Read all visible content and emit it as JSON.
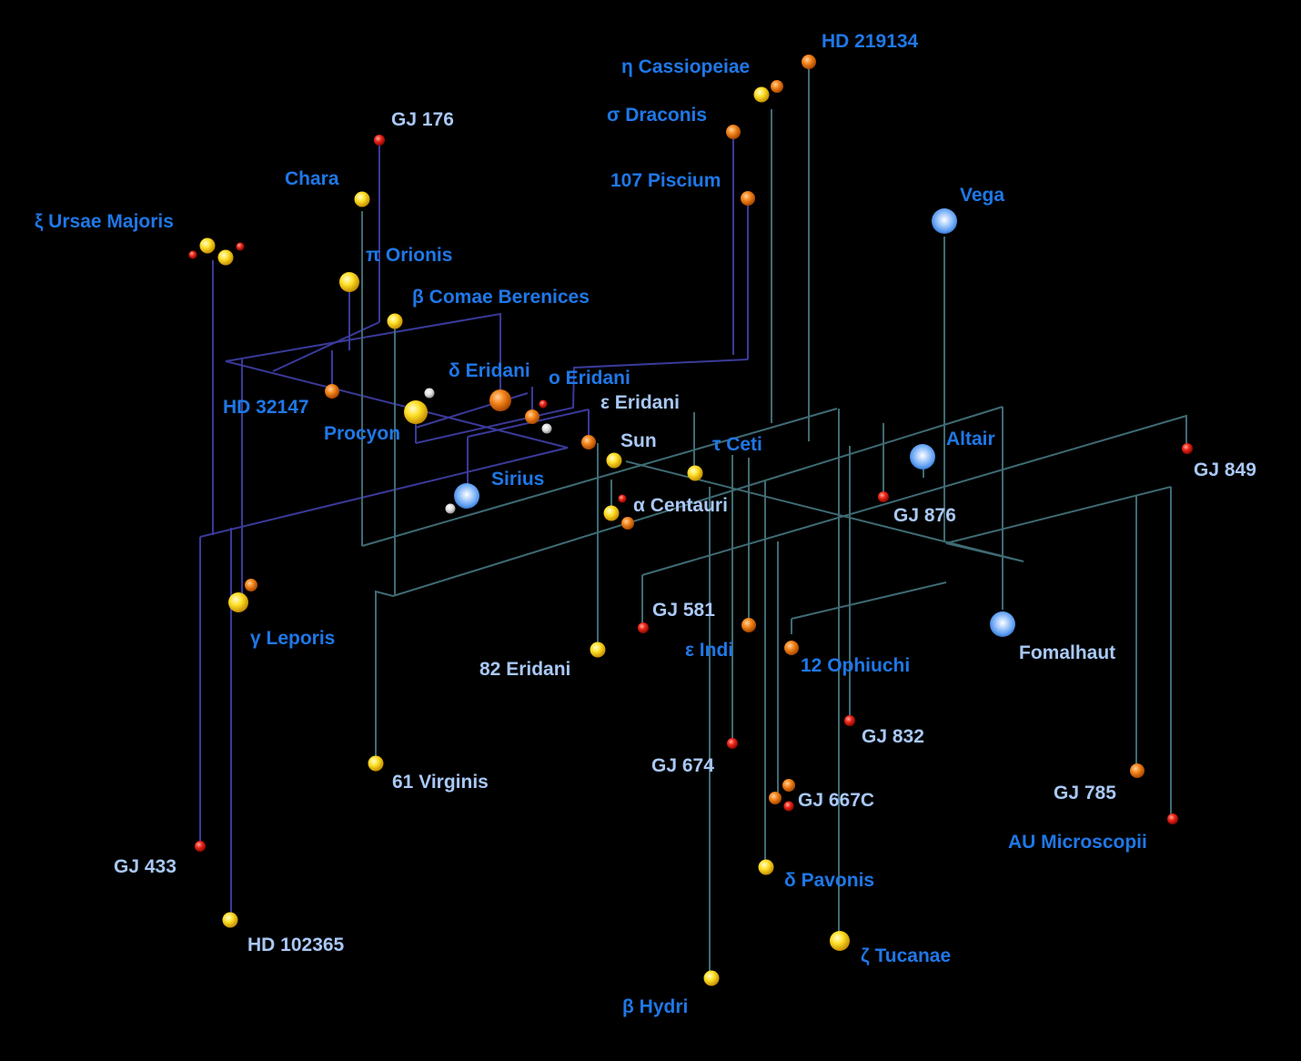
{
  "colors": {
    "background": "#000000",
    "label_blue": "#1f78e8",
    "label_light": "#a9c8f5",
    "line_purple": "#3a3a9a",
    "line_teal": "#3f6b74",
    "star_yellow": "#ffd21a",
    "star_orange": "#f07a12",
    "star_red": "#e81e10",
    "star_blue": "#5aa0ff",
    "star_white": "#d8d8d8"
  },
  "stars": [
    {
      "id": "hd-219134",
      "name": "HD 219134",
      "type": "orange",
      "tone": "blue"
    },
    {
      "id": "eta-cassiopeiae",
      "name": "η Cassiopeiae",
      "type": "yellow",
      "tone": "blue"
    },
    {
      "id": "sigma-draconis",
      "name": "σ Draconis",
      "type": "orange",
      "tone": "blue"
    },
    {
      "id": "107-piscium",
      "name": "107 Piscium",
      "type": "orange",
      "tone": "blue"
    },
    {
      "id": "gj-176",
      "name": "GJ 176",
      "type": "red",
      "tone": "light"
    },
    {
      "id": "chara",
      "name": "Chara",
      "type": "yellow",
      "tone": "blue"
    },
    {
      "id": "xi-ursae-majoris",
      "name": "ξ Ursae Majoris",
      "type": "yellow",
      "tone": "blue"
    },
    {
      "id": "pi-orionis",
      "name": "π Orionis",
      "type": "yellow",
      "tone": "blue"
    },
    {
      "id": "beta-comae-berenices",
      "name": "β Comae Berenices",
      "type": "yellow",
      "tone": "blue"
    },
    {
      "id": "vega",
      "name": "Vega",
      "type": "blue",
      "tone": "blue"
    },
    {
      "id": "delta-eridani",
      "name": "δ Eridani",
      "type": "orange",
      "tone": "blue"
    },
    {
      "id": "omicron-eridani",
      "name": "ο Eridani",
      "type": "orange",
      "tone": "blue"
    },
    {
      "id": "hd-32147",
      "name": "HD 32147",
      "type": "orange",
      "tone": "blue"
    },
    {
      "id": "procyon",
      "name": "Procyon",
      "type": "yellow",
      "tone": "blue"
    },
    {
      "id": "epsilon-eridani",
      "name": "ε Eridani",
      "type": "orange",
      "tone": "light"
    },
    {
      "id": "sun",
      "name": "Sun",
      "type": "yellow",
      "tone": "light"
    },
    {
      "id": "tau-ceti",
      "name": "τ Ceti",
      "type": "yellow",
      "tone": "blue"
    },
    {
      "id": "altair",
      "name": "Altair",
      "type": "blue",
      "tone": "blue"
    },
    {
      "id": "gj-849",
      "name": "GJ 849",
      "type": "red",
      "tone": "light"
    },
    {
      "id": "sirius",
      "name": "Sirius",
      "type": "blue",
      "tone": "blue"
    },
    {
      "id": "alpha-centauri",
      "name": "α Centauri",
      "type": "yellow",
      "tone": "light"
    },
    {
      "id": "gj-876",
      "name": "GJ 876",
      "type": "red",
      "tone": "light"
    },
    {
      "id": "gamma-leporis",
      "name": "γ Leporis",
      "type": "yellow",
      "tone": "blue"
    },
    {
      "id": "gj-581",
      "name": "GJ 581",
      "type": "red",
      "tone": "light"
    },
    {
      "id": "epsilon-indi",
      "name": "ε Indi",
      "type": "orange",
      "tone": "blue"
    },
    {
      "id": "fomalhaut",
      "name": "Fomalhaut",
      "type": "blue",
      "tone": "light"
    },
    {
      "id": "82-eridani",
      "name": "82 Eridani",
      "type": "yellow",
      "tone": "light"
    },
    {
      "id": "12-ophiuchi",
      "name": "12 Ophiuchi",
      "type": "orange",
      "tone": "blue"
    },
    {
      "id": "gj-832",
      "name": "GJ 832",
      "type": "red",
      "tone": "light"
    },
    {
      "id": "gj-674",
      "name": "GJ 674",
      "type": "red",
      "tone": "light"
    },
    {
      "id": "61-virginis",
      "name": "61 Virginis",
      "type": "yellow",
      "tone": "light"
    },
    {
      "id": "gj-667c",
      "name": "GJ 667C",
      "type": "orange",
      "tone": "light"
    },
    {
      "id": "gj-785",
      "name": "GJ 785",
      "type": "orange",
      "tone": "light"
    },
    {
      "id": "au-microscopii",
      "name": "AU Microscopii",
      "type": "red",
      "tone": "blue"
    },
    {
      "id": "gj-433",
      "name": "GJ 433",
      "type": "red",
      "tone": "light"
    },
    {
      "id": "delta-pavonis",
      "name": "δ Pavonis",
      "type": "yellow",
      "tone": "blue"
    },
    {
      "id": "hd-102365",
      "name": "HD 102365",
      "type": "yellow",
      "tone": "light"
    },
    {
      "id": "zeta-tucanae",
      "name": "ζ Tucanae",
      "type": "yellow",
      "tone": "blue"
    },
    {
      "id": "beta-hydri",
      "name": "β Hydri",
      "type": "yellow",
      "tone": "blue"
    }
  ]
}
